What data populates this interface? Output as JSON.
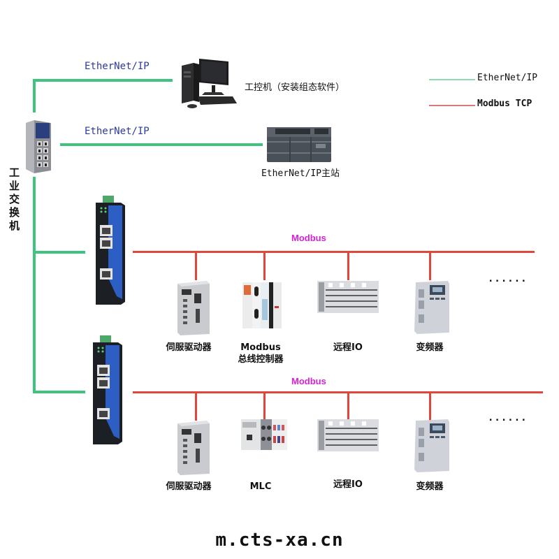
{
  "legend": {
    "items": [
      {
        "label": "EtherNet/IP",
        "color": "#3ec47e"
      },
      {
        "label": "Modbus TCP",
        "color": "#e0463a"
      }
    ]
  },
  "switch": {
    "label": "工业交换机"
  },
  "links": {
    "top_label": "EtherNet/IP",
    "mid_label": "EtherNet/IP"
  },
  "ipc": {
    "label": "工控机（安装组态软件）"
  },
  "master": {
    "label": "EtherNet/IP主站"
  },
  "bus1": {
    "label": "Modbus",
    "devices": [
      {
        "label": "伺服驱动器"
      },
      {
        "label": "Modbus",
        "label2": "总线控制器"
      },
      {
        "label": "远程IO"
      },
      {
        "label": "变频器"
      }
    ],
    "more": "......"
  },
  "bus2": {
    "label": "Modbus",
    "devices": [
      {
        "label": "伺服驱动器"
      },
      {
        "label": "MLC"
      },
      {
        "label": "远程IO"
      },
      {
        "label": "变频器"
      }
    ],
    "more": "......"
  },
  "colors": {
    "ethernet": "#3ec47e",
    "modbus": "#e0463a",
    "ethernet_label": "#2d3aa0",
    "modbus_label": "#d81fd6"
  },
  "watermark": "m.cts-xa.cn"
}
